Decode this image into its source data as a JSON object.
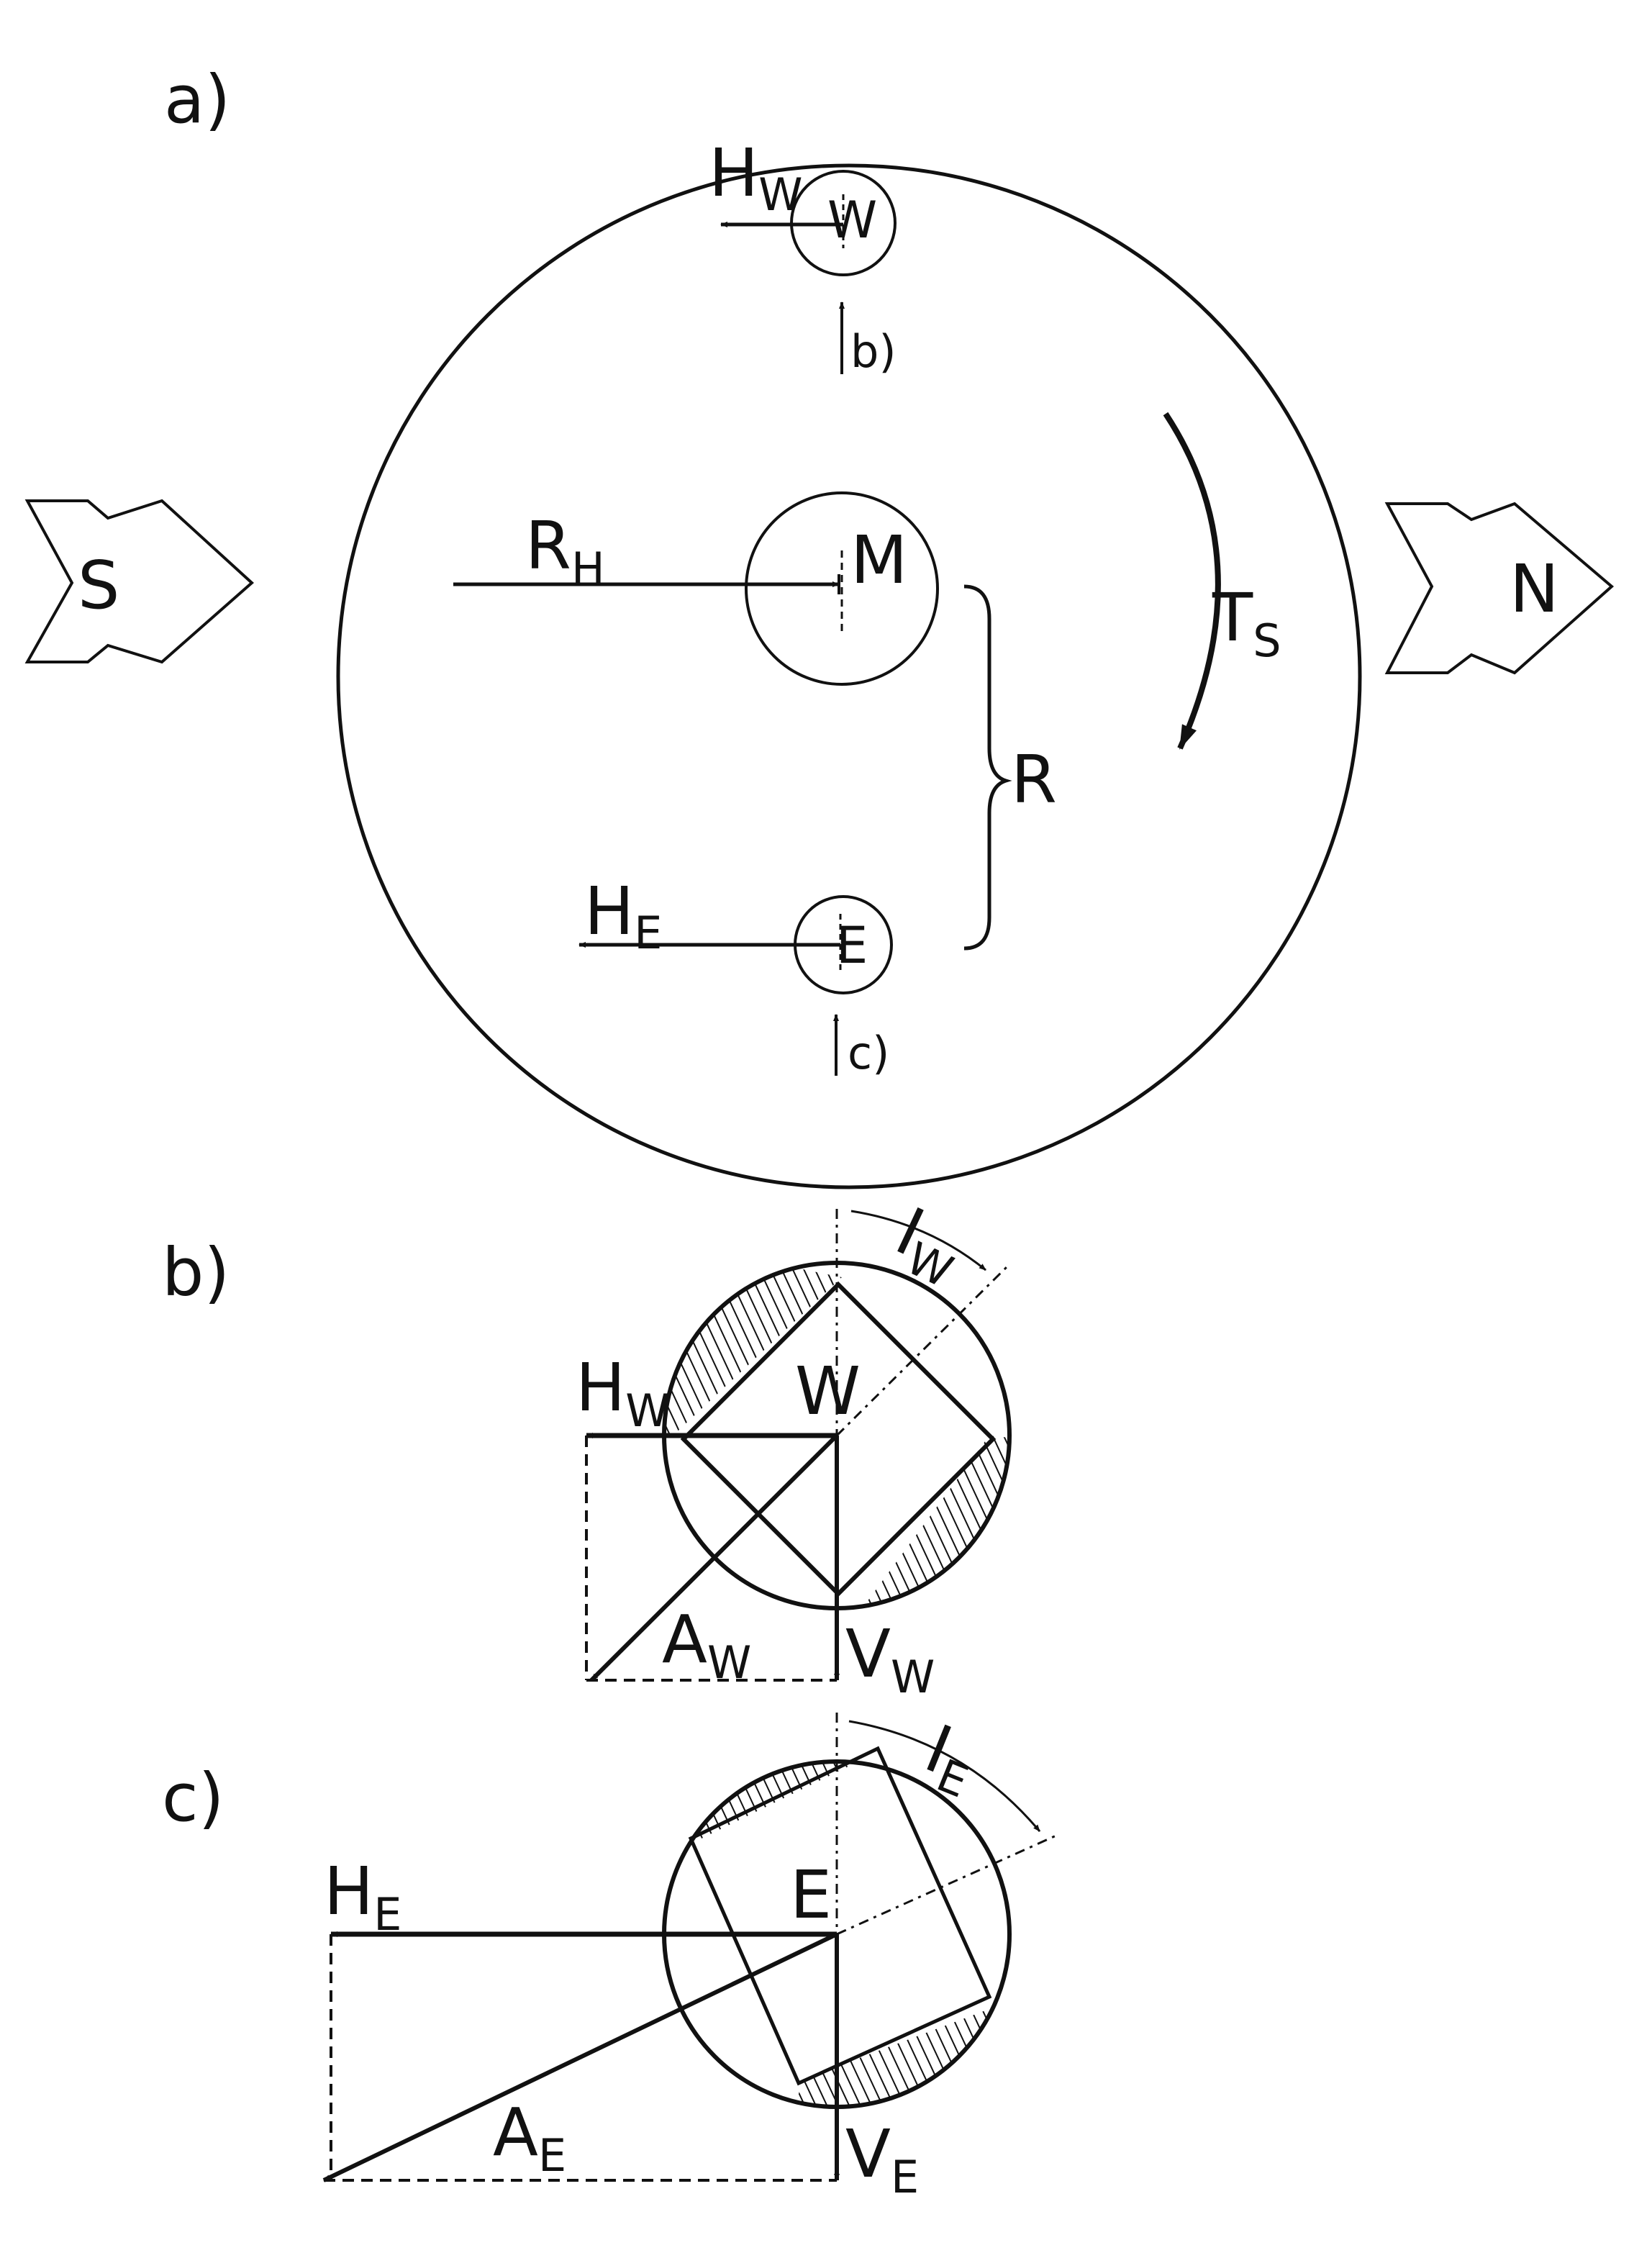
{
  "panels": {
    "a": "a)",
    "b": "b)",
    "c": "c)"
  },
  "labels": {
    "south": "S",
    "north": "N",
    "moon": "M",
    "west": "W",
    "east": "E",
    "radius": "R",
    "ts_main": "T",
    "ts_sub": "S",
    "rh_main": "R",
    "rh_sub": "H",
    "hw_main": "H",
    "hw_sub": "W",
    "he_main": "H",
    "he_sub": "E",
    "ref_b": "b)",
    "ref_c": "c)",
    "aw_main": "A",
    "aw_sub": "W",
    "vw_main": "V",
    "vw_sub": "W",
    "ae_main": "A",
    "ae_sub": "E",
    "ve_main": "V",
    "ve_sub": "E",
    "iw_main": "I",
    "iw_sub": "W",
    "ie_main": "I",
    "ie_sub": "E"
  }
}
